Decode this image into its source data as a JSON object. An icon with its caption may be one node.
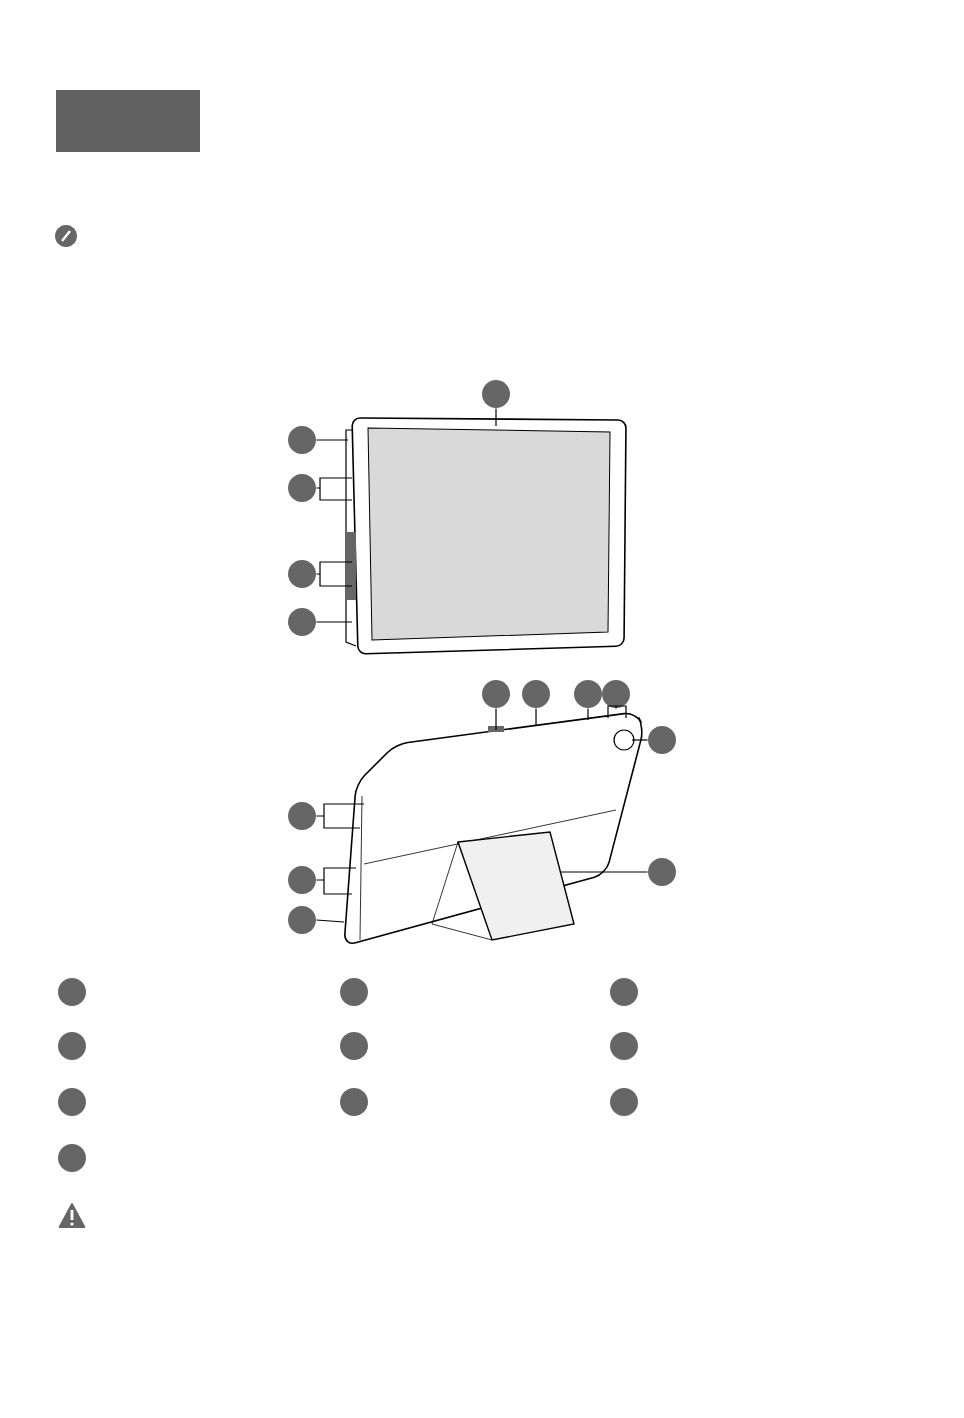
{
  "diagram": {
    "nodes": [
      {
        "text": [],
        "shape": "picture"
      },
      {
        "text": [],
        "shape": "circle"
      },
      {
        "text": [],
        "shape": "circle"
      },
      {
        "text": [],
        "shape": "circle"
      },
      {
        "text": [],
        "shape": "circle"
      },
      {
        "text": [],
        "shape": "circle"
      },
      {
        "text": [],
        "shape": "picture"
      },
      {
        "text": [],
        "shape": "circle"
      },
      {
        "text": [],
        "shape": "circle"
      },
      {
        "text": [],
        "shape": "circle"
      },
      {
        "text": [],
        "shape": "circle"
      },
      {
        "text": [],
        "shape": "circle"
      },
      {
        "text": [],
        "shape": "circle"
      },
      {
        "text": [],
        "shape": "circle"
      },
      {
        "text": [],
        "shape": "circle"
      },
      {
        "text": [],
        "shape": "circle"
      },
      {
        "text": [],
        "shape": "circle"
      },
      {
        "text": [],
        "shape": "circle"
      },
      {
        "text": [],
        "shape": "circle"
      },
      {
        "text": [],
        "shape": "circle"
      },
      {
        "text": [],
        "shape": "circle"
      },
      {
        "text": [],
        "shape": "circle"
      },
      {
        "text": [],
        "shape": "circle"
      },
      {
        "text": [],
        "shape": "circle"
      },
      {
        "text": [],
        "shape": "circle"
      },
      {
        "text": [],
        "shape": "circle"
      }
    ],
    "edges": [
      {
        "from": 1,
        "to": 0,
        "arrow": "none"
      },
      {
        "from": 2,
        "to": 0,
        "arrow": "none"
      },
      {
        "from": 3,
        "to": 0,
        "arrow": "none"
      },
      {
        "from": 4,
        "to": 0,
        "arrow": "none"
      },
      {
        "from": 5,
        "to": 0,
        "arrow": "none"
      },
      {
        "from": 7,
        "to": 6,
        "arrow": "none"
      },
      {
        "from": 8,
        "to": 6,
        "arrow": "none"
      },
      {
        "from": 9,
        "to": 6,
        "arrow": "none"
      },
      {
        "from": 10,
        "to": 6,
        "arrow": "none"
      },
      {
        "from": 11,
        "to": 6,
        "arrow": "none"
      },
      {
        "from": 12,
        "to": 6,
        "arrow": "none"
      },
      {
        "from": 13,
        "to": 6,
        "arrow": "none"
      },
      {
        "from": 14,
        "to": 6,
        "arrow": "none"
      },
      {
        "from": 15,
        "to": 6,
        "arrow": "none"
      }
    ]
  }
}
